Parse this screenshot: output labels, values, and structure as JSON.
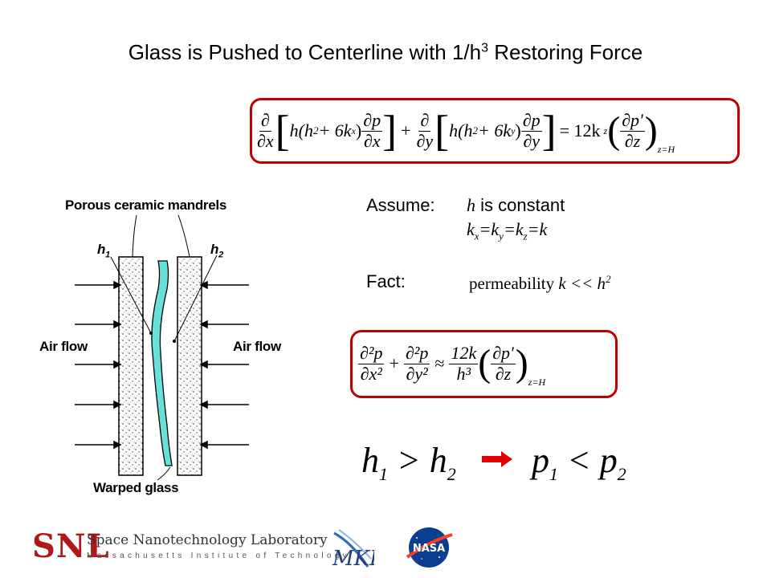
{
  "slide": {
    "title_main": "Glass is Pushed to Centerline with 1/h",
    "title_exp": "3",
    "title_tail": " Restoring Force"
  },
  "equation1": {
    "d": "∂",
    "dx": "∂x",
    "dy": "∂y",
    "dz": "∂z",
    "h": "h",
    "hsq_open": "h(h",
    "two": "2",
    "plus6kx": " + 6k",
    "sub_x": "x",
    "sub_y": "y",
    "sub_z": "z",
    "dp": "∂p",
    "plus": "+",
    "equals": "= 12k",
    "dp_prime": "∂p'",
    "eval": "z=H"
  },
  "assumptions": {
    "assume_label": "Assume:",
    "assume_h": "h",
    "assume_h_text": " is constant",
    "k_equal": "k",
    "fact_label": "Fact:",
    "fact_text": "permeability",
    "fact_k": "k",
    "fact_lt": " << h",
    "fact_exp": "2"
  },
  "equation2": {
    "d2p": "∂²p",
    "dx2": "∂x²",
    "dy2": "∂y²",
    "plus": "+",
    "approx": "≈",
    "twelve_k": "12k",
    "h3": "h³",
    "dp_prime": "∂p'",
    "dz": "∂z",
    "eval": "z=H"
  },
  "conclusion": {
    "h1": "h",
    "h_sub1": "1",
    "gt": " > h",
    "h_sub2": "2",
    "p1": "p",
    "p_sub1": "1",
    "lt": " < p",
    "p_sub2": "2"
  },
  "diagram": {
    "label_mandrels": "Porous ceramic mandrels",
    "label_h1": "h",
    "label_h1_sub": "1",
    "label_h2": "h",
    "label_h2_sub": "2",
    "label_airflow_left": "Air flow",
    "label_airflow_right": "Air flow",
    "label_warped": "Warped glass",
    "glass_color": "#66e0d8",
    "arrow_color": "#d00000"
  },
  "footer": {
    "snl_logo_text": "SNL",
    "snl_line1": "Space Nanotechnology Laboratory",
    "snl_line2": "Massachusetts Institute of Technology",
    "mki_logo_text": "MKI",
    "nasa_logo_text": "NASA"
  }
}
